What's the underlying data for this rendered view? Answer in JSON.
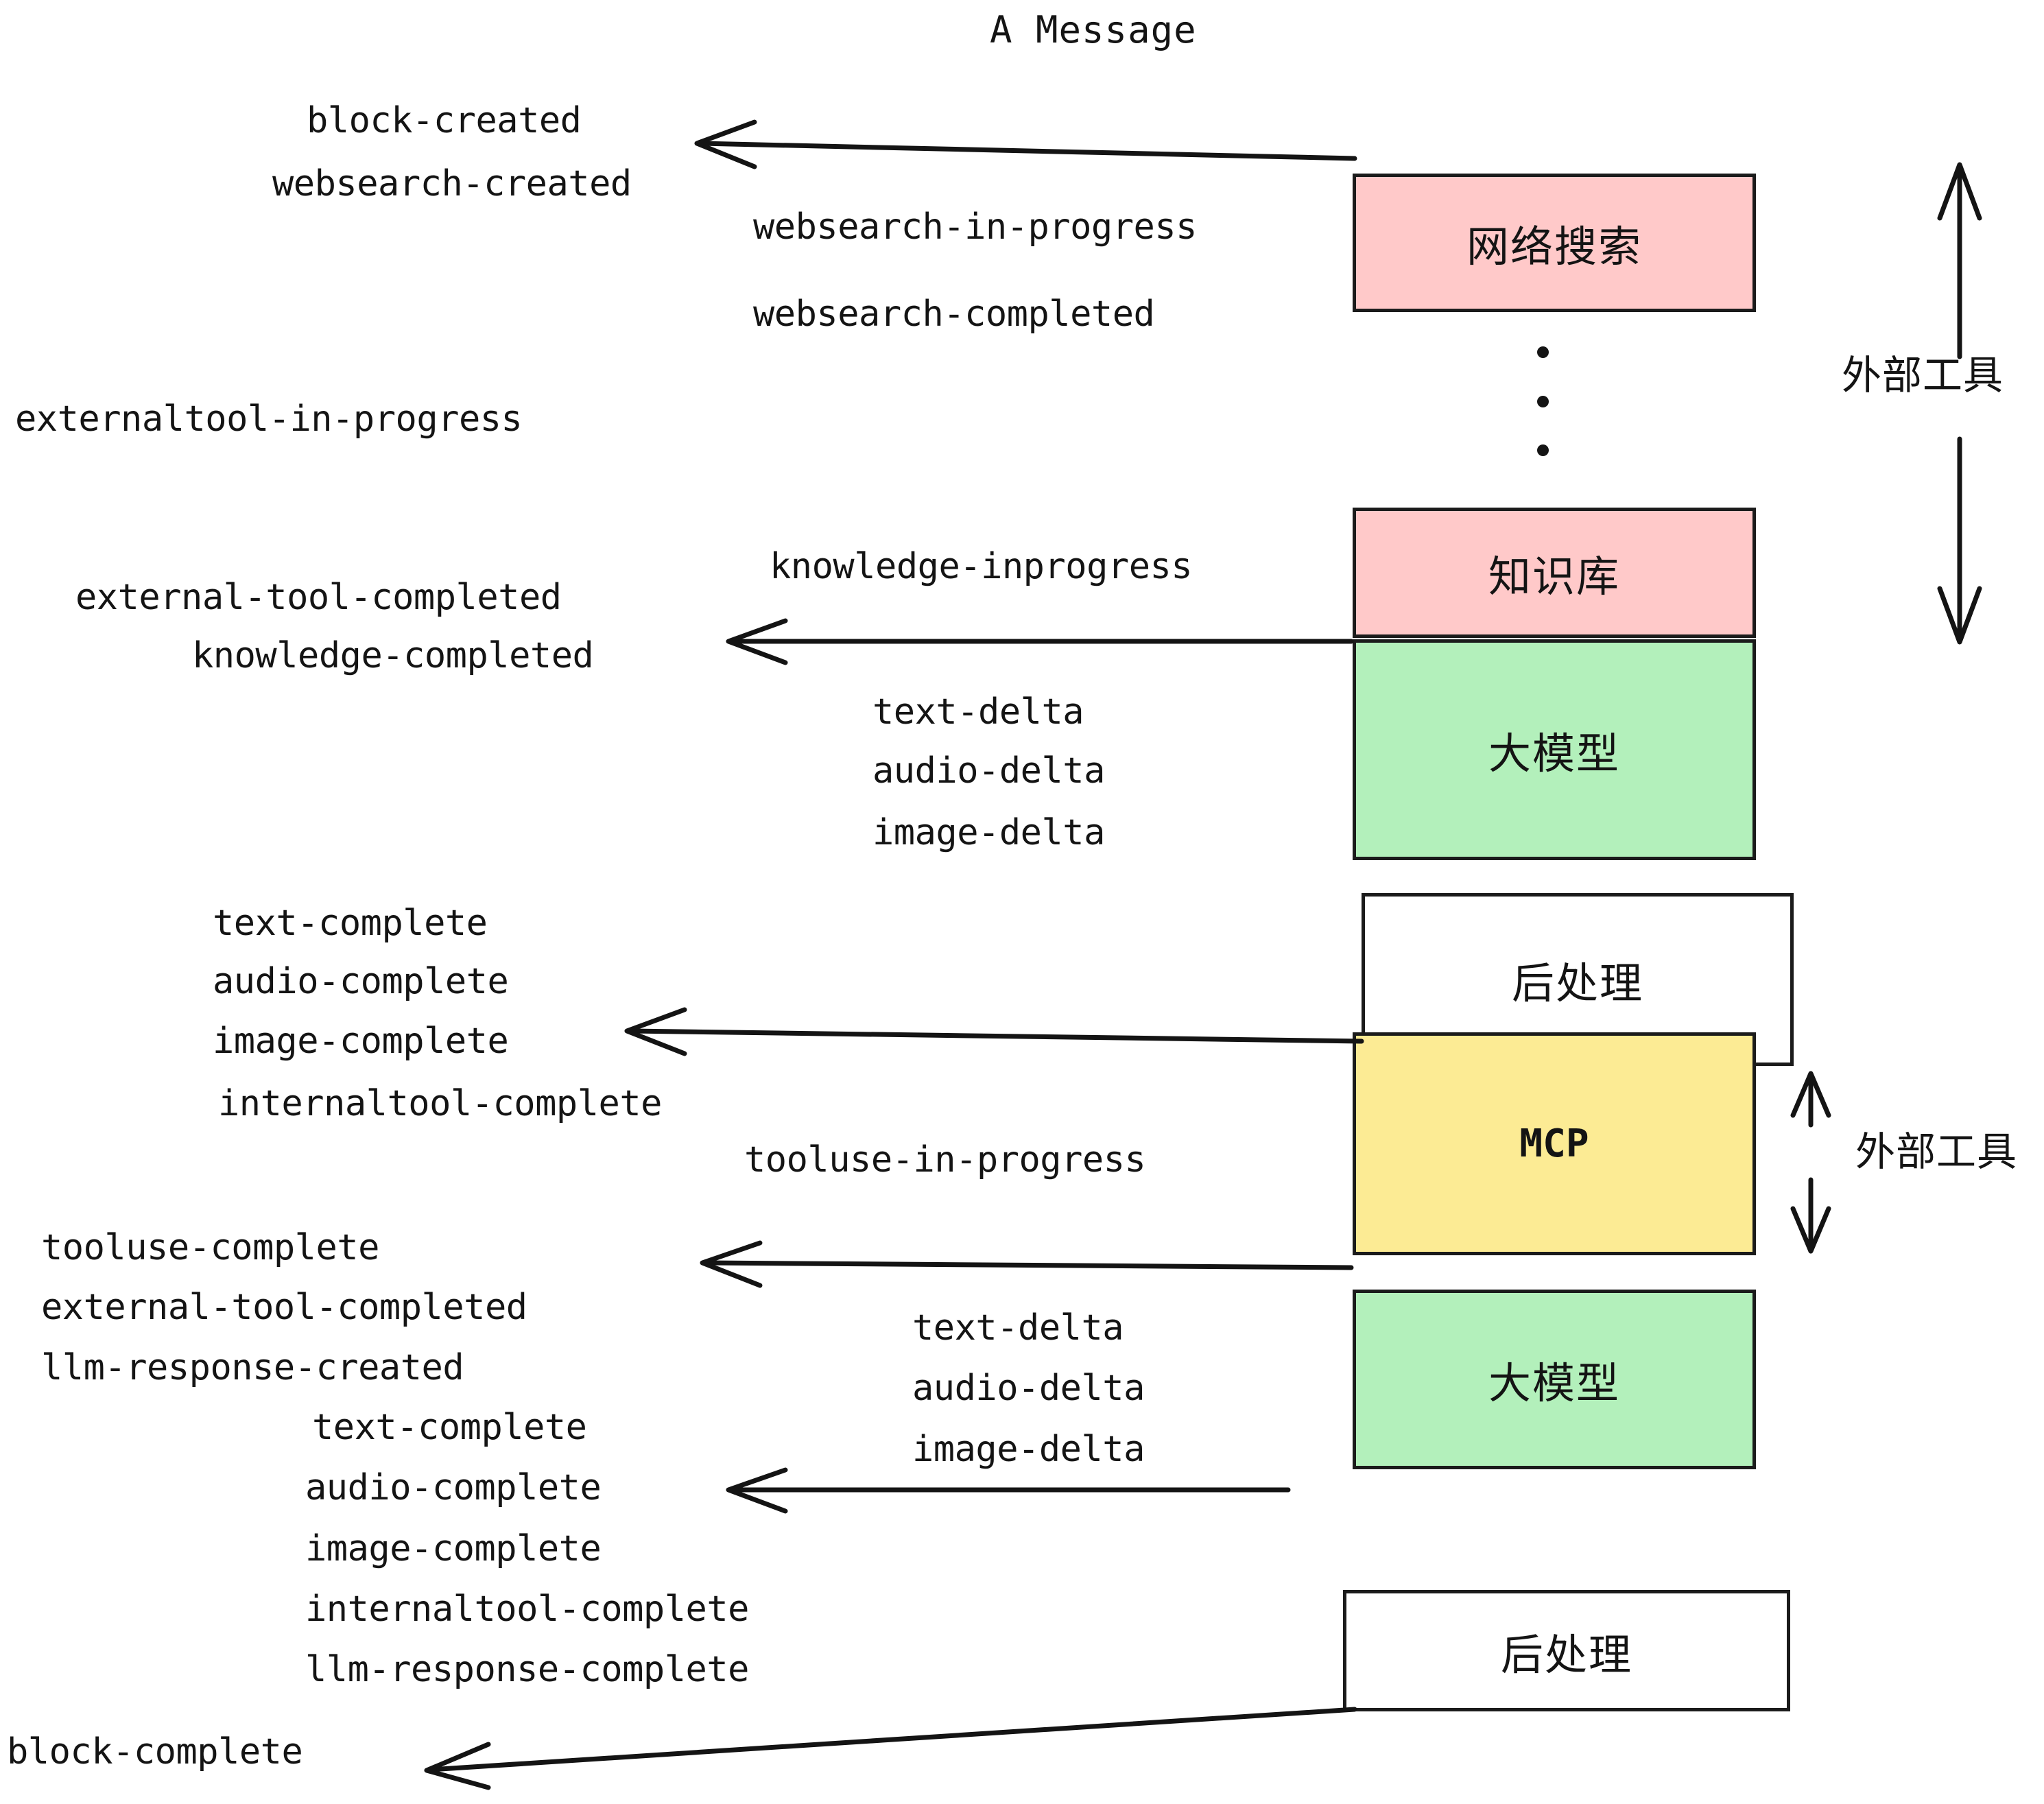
{
  "diagram": {
    "title": "A Message",
    "colors": {
      "external_tool_fill": "#ffc9c9",
      "llm_fill": "#b3f0bb",
      "mcp_fill": "#fceb94",
      "postprocess_fill": "#ffffff",
      "stroke": "#1b1b1b",
      "text": "#141414",
      "background": "#ffffff"
    },
    "boxes": [
      {
        "id": "websearch",
        "label": "网络搜索",
        "fill": "#ffc9c9"
      },
      {
        "id": "knowledge",
        "label": "知识库",
        "fill": "#ffc9c9"
      },
      {
        "id": "llm-1",
        "label": "大模型",
        "fill": "#b3f0bb"
      },
      {
        "id": "postprocess-1",
        "label": "后处理",
        "fill": "#ffffff"
      },
      {
        "id": "mcp",
        "label": "MCP",
        "fill": "#fceb94"
      },
      {
        "id": "llm-2",
        "label": "大模型",
        "fill": "#b3f0bb"
      },
      {
        "id": "postprocess-2",
        "label": "后处理",
        "fill": "#ffffff"
      }
    ],
    "group_labels": [
      {
        "id": "external-tool-top",
        "label": "外部工具"
      },
      {
        "id": "external-tool-bottom",
        "label": "外部工具"
      }
    ],
    "events": [
      {
        "id": "e01",
        "text": "block-created"
      },
      {
        "id": "e02",
        "text": "websearch-created"
      },
      {
        "id": "e03",
        "text": "websearch-in-progress"
      },
      {
        "id": "e04",
        "text": "websearch-completed"
      },
      {
        "id": "e05",
        "text": "externaltool-in-progress"
      },
      {
        "id": "e06",
        "text": "knowledge-inprogress"
      },
      {
        "id": "e07",
        "text": "external-tool-completed"
      },
      {
        "id": "e08",
        "text": "knowledge-completed"
      },
      {
        "id": "e09",
        "text": "text-delta"
      },
      {
        "id": "e10",
        "text": "audio-delta"
      },
      {
        "id": "e11",
        "text": "image-delta"
      },
      {
        "id": "e12",
        "text": "text-complete"
      },
      {
        "id": "e13",
        "text": "audio-complete"
      },
      {
        "id": "e14",
        "text": "image-complete"
      },
      {
        "id": "e15",
        "text": "internaltool-complete"
      },
      {
        "id": "e16",
        "text": "tooluse-in-progress"
      },
      {
        "id": "e17",
        "text": "tooluse-complete"
      },
      {
        "id": "e18",
        "text": "external-tool-completed"
      },
      {
        "id": "e19",
        "text": "llm-response-created"
      },
      {
        "id": "e20",
        "text": "text-complete"
      },
      {
        "id": "e21",
        "text": "audio-complete"
      },
      {
        "id": "e22",
        "text": "image-complete"
      },
      {
        "id": "e23",
        "text": "internaltool-complete"
      },
      {
        "id": "e24",
        "text": "llm-response-complete"
      },
      {
        "id": "e25",
        "text": "block-complete"
      },
      {
        "id": "e26",
        "text": "text-delta"
      },
      {
        "id": "e27",
        "text": "audio-delta"
      },
      {
        "id": "e28",
        "text": "image-delta"
      }
    ],
    "ellipsis": {
      "id": "vertical-ellipsis",
      "count": 3
    }
  }
}
